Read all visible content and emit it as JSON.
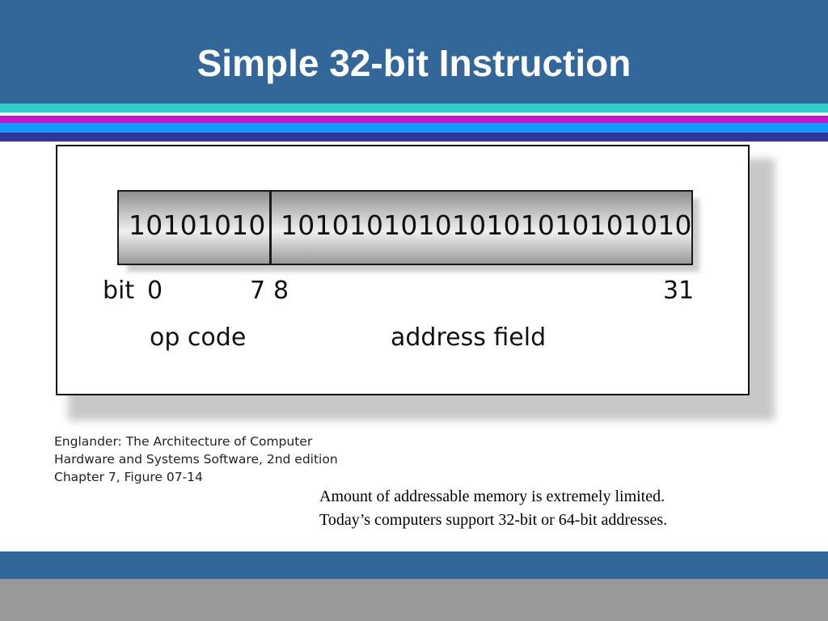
{
  "slide": {
    "title": "Simple 32-bit Instruction",
    "colors": {
      "header": "#336699",
      "stripe_cyan": "#33cccc",
      "stripe_magenta": "#cc11cc",
      "stripe_blue": "#1199ff",
      "stripe_navy": "#333399",
      "footer_gray": "#999999"
    }
  },
  "diagram": {
    "opcode_bits": "10101010",
    "address_bits": "101010101010101010101010",
    "bit_prefix": "bit",
    "bit_0": "0",
    "bit_7": "7",
    "bit_8": "8",
    "bit_31": "31",
    "opcode_label": "op code",
    "address_label": "address field"
  },
  "caption": {
    "line1": "Englander: The Architecture of Computer",
    "line2": "Hardware and Systems Software, 2nd edition",
    "line3": "Chapter 7, Figure 07-14"
  },
  "note": {
    "line1": "Amount of addressable memory is extremely limited.",
    "line2": "Today’s computers support 32-bit or 64-bit addresses."
  }
}
